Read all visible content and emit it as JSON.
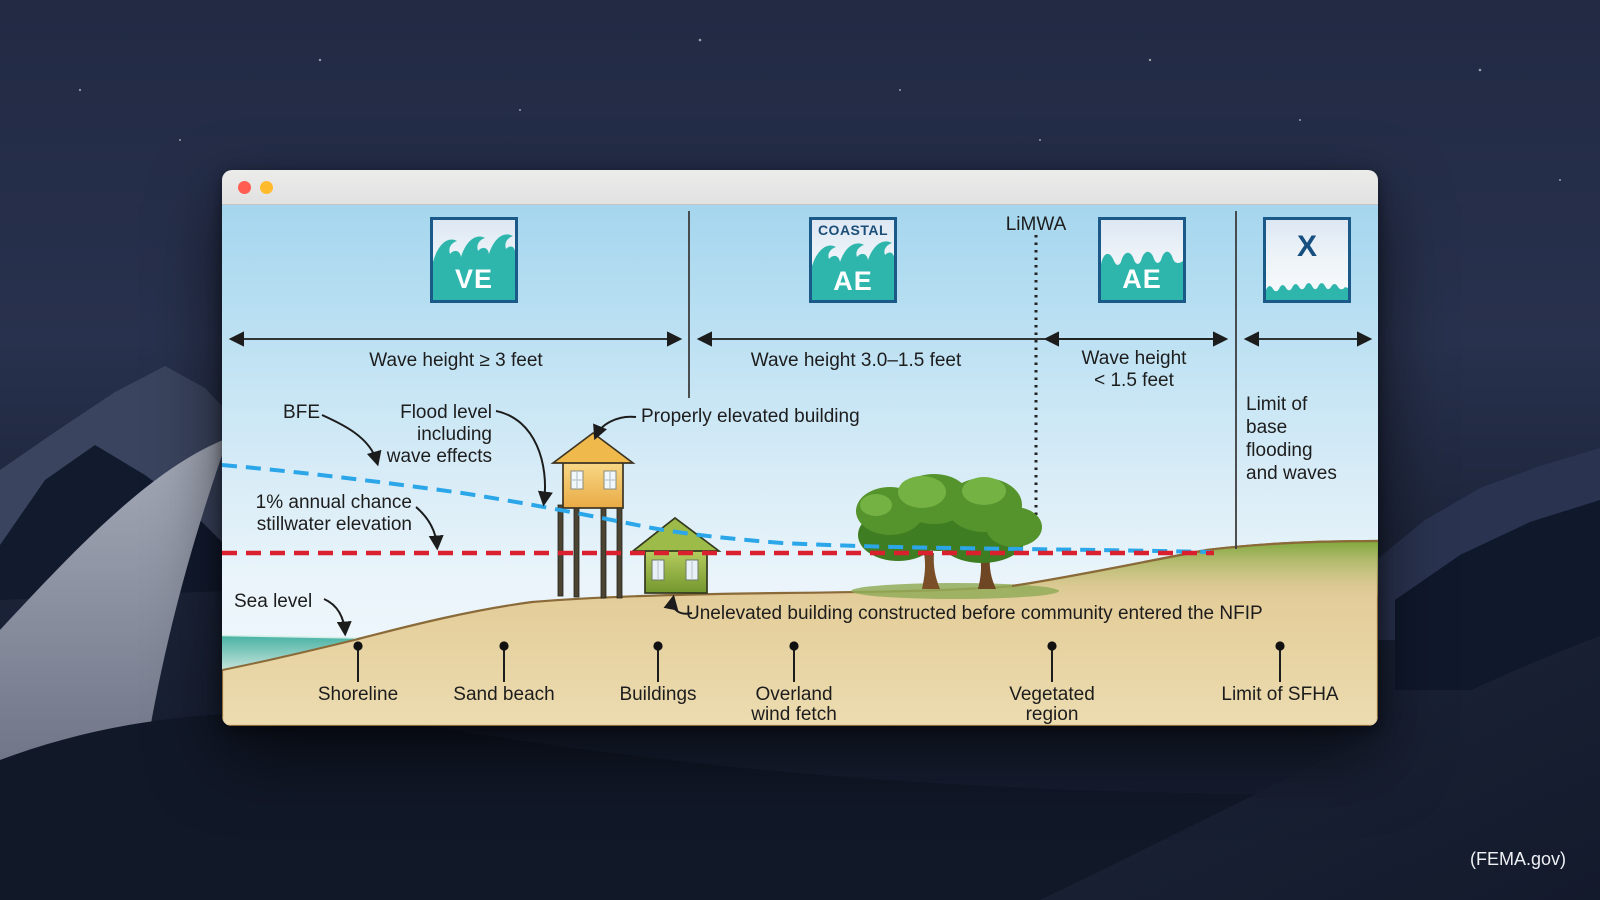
{
  "window": {
    "controls": [
      {
        "name": "close"
      },
      {
        "name": "minimize"
      },
      {
        "name": "zoom"
      }
    ]
  },
  "desktop": {
    "caption": "(FEMA.gov)"
  },
  "diagram": {
    "badges": [
      {
        "code": "VE"
      },
      {
        "prefix": "COASTAL",
        "code": "AE"
      },
      {
        "code": "AE"
      },
      {
        "code": "X"
      }
    ],
    "limwa_label": "LiMWA",
    "zones": [
      {
        "span": "Wave height ≥ 3 feet"
      },
      {
        "span": "Wave height 3.0–1.5 feet"
      },
      {
        "span": "Wave height\n< 1.5 feet"
      },
      {
        "span": "Limit of\nbase\nflooding\nand waves"
      }
    ],
    "annotations": {
      "bfe": "BFE",
      "flood_level": "Flood level\nincluding\nwave effects",
      "properly_elevated": "Properly elevated building",
      "stillwater": "1% annual chance\nstillwater elevation",
      "sea_level": "Sea level",
      "unelevated": "Unelevated building constructed before community entered the NFIP"
    },
    "ground_labels": [
      {
        "label": "Shoreline"
      },
      {
        "label": "Sand beach"
      },
      {
        "label": "Buildings"
      },
      {
        "label": "Overland\nwind fetch"
      },
      {
        "label": "Vegetated\nregion"
      },
      {
        "label": "Limit of SFHA"
      }
    ],
    "colors": {
      "zone_teal": "#2eb6ad",
      "badge_border": "#1b5a88",
      "bfe_line": "#2aa6e9",
      "stillwater_line": "#da1f2e",
      "sand": "#e2cb96",
      "grass": "#86ab43",
      "sea": "#45b1a2",
      "sky_top": "#a5d6ee"
    }
  }
}
